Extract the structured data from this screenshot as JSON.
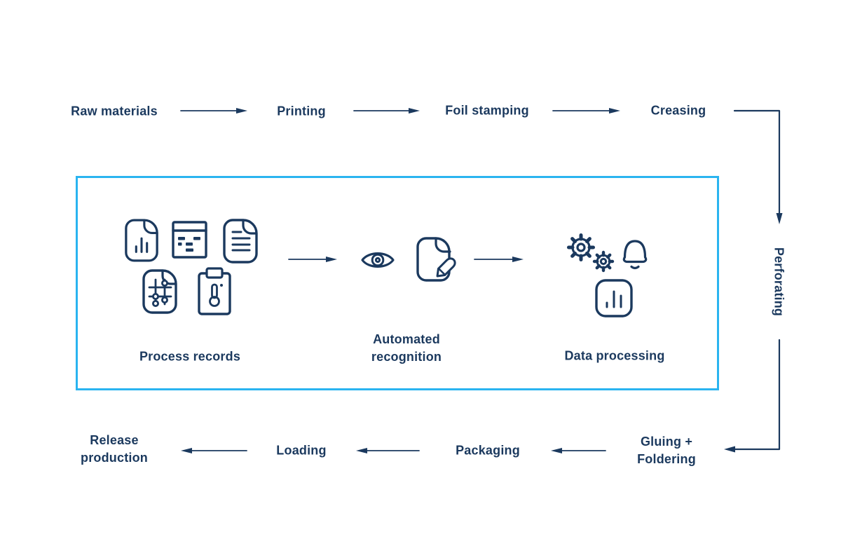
{
  "colors": {
    "ink": "#1b395e",
    "accent_border": "#2ab4f0",
    "background": "#ffffff"
  },
  "top_flow": {
    "steps": [
      {
        "label": "Raw materials"
      },
      {
        "label": "Printing"
      },
      {
        "label": "Foil stamping"
      },
      {
        "label": "Creasing"
      }
    ]
  },
  "right_flow": {
    "label": "Perforating"
  },
  "bottom_flow": {
    "steps": [
      {
        "line1": "Gluing +",
        "line2": "Foldering"
      },
      {
        "label": "Packaging"
      },
      {
        "label": "Loading"
      },
      {
        "line1": "Release",
        "line2": "production"
      }
    ]
  },
  "process_box": {
    "stages": [
      {
        "label": "Process records",
        "icons": [
          "bar-chart-document-icon",
          "schedule-table-icon",
          "text-document-icon",
          "grid-nodes-document-icon",
          "thermometer-clipboard-icon"
        ]
      },
      {
        "line1": "Automated",
        "line2": "recognition",
        "icons": [
          "eye-icon",
          "edit-document-icon"
        ]
      },
      {
        "label": "Data processing",
        "icons": [
          "gear-large-icon",
          "gear-small-icon",
          "bell-icon",
          "bar-chart-tile-icon"
        ]
      }
    ]
  }
}
